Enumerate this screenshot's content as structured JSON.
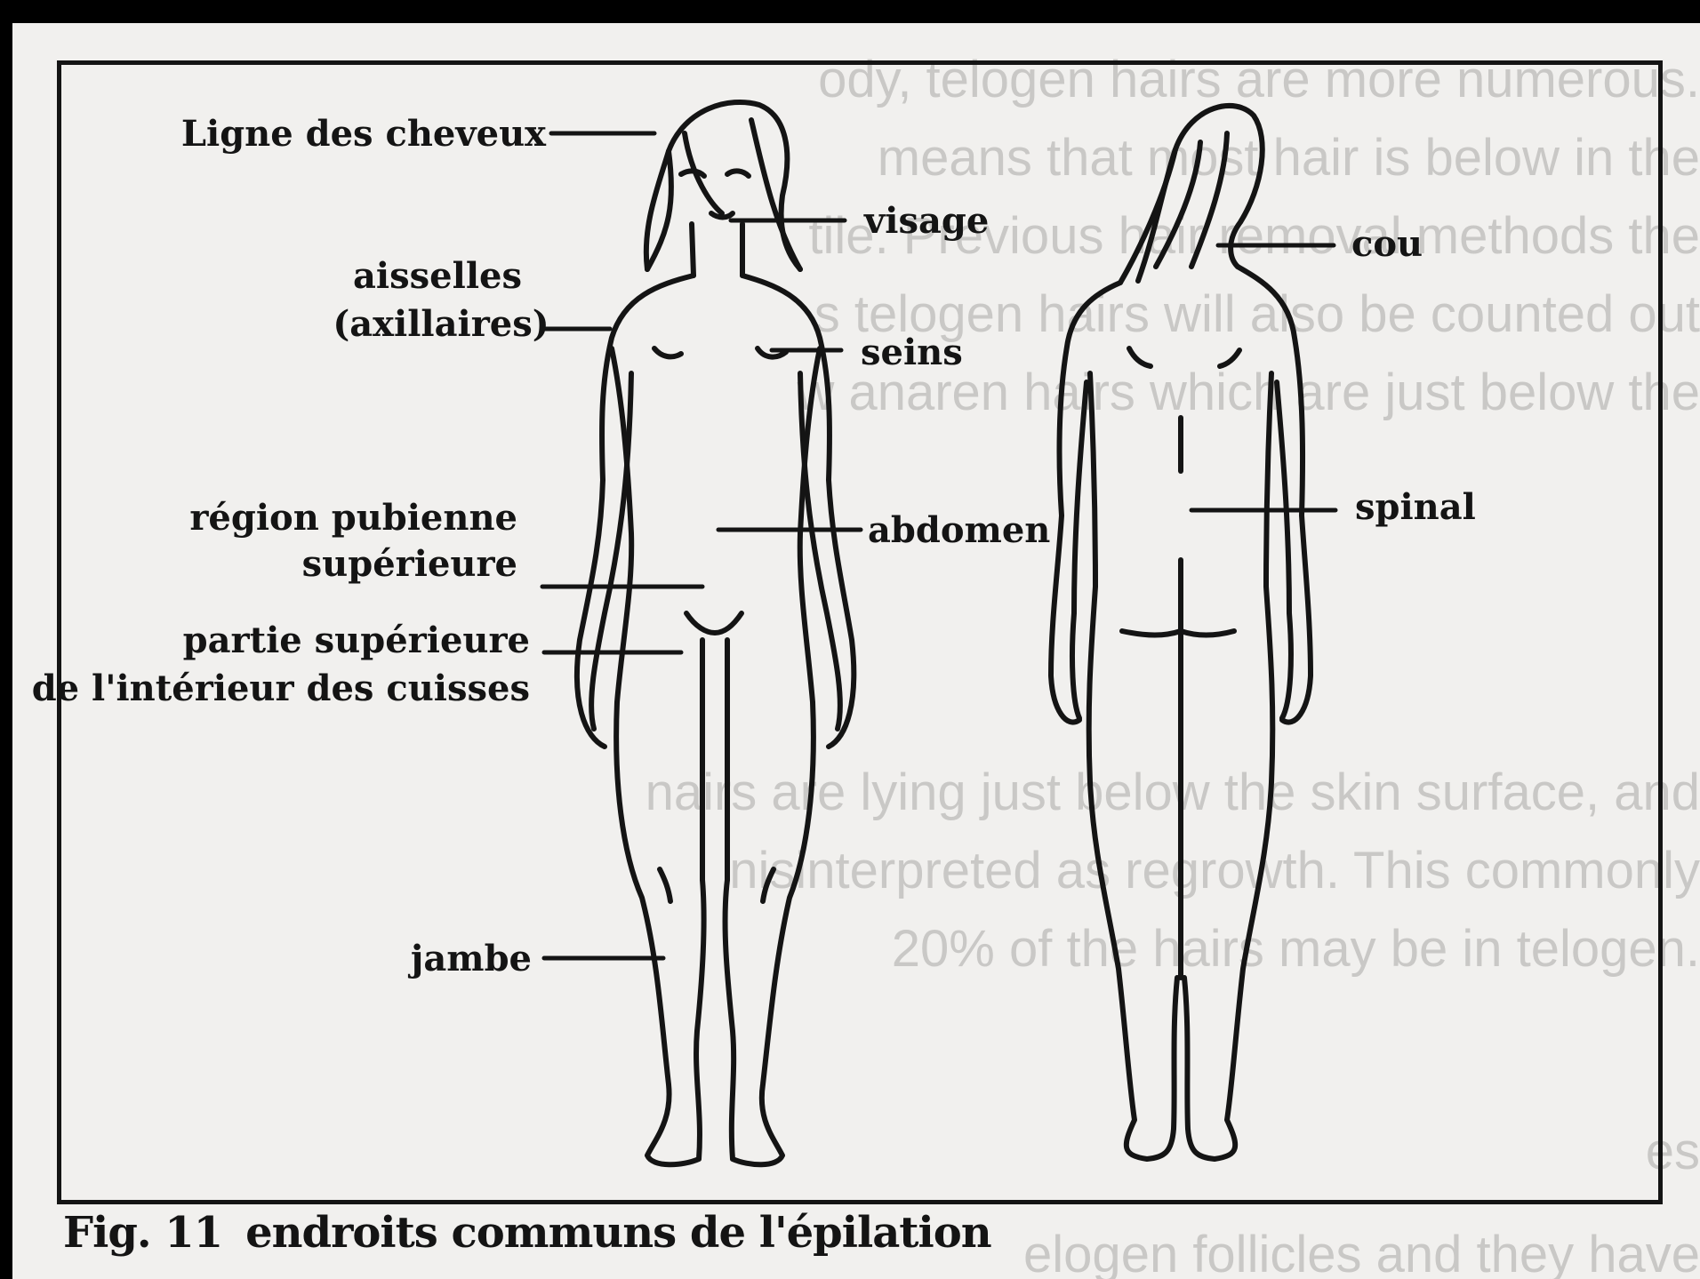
{
  "background_text": [
    "ody, telogen hairs are more numerous.",
    "means that most hair is below in the",
    "tile. Previous hair removal methods the",
    "s telogen hairs will also be counted out",
    "w anaren hairs which are just below the",
    "nairs are lying just below the skin surface, and",
    "nisinterpreted as regrowth. This commonly",
    "20% of the hairs may be in telogen.",
    "es",
    "elogen follicles and they have"
  ],
  "labels": {
    "hairline": "Ligne des cheveux",
    "face": "visage",
    "armpits_1": "aisselles",
    "armpits_2": "(axillaires)",
    "breasts": "seins",
    "pubic_1": "région pubienne",
    "pubic_2": "supérieure",
    "abdomen": "abdomen",
    "thigh_1": "partie supérieure",
    "thigh_2": "de l'intérieur des cuisses",
    "leg": "jambe",
    "neck": "cou",
    "spinal": "spinal"
  },
  "caption": {
    "number": "Fig. 11",
    "text": "endroits communs de l'épilation"
  },
  "colors": {
    "ink": "#141414",
    "paper": "#f1f0ee",
    "bleed_text": "#c9c8c6"
  }
}
